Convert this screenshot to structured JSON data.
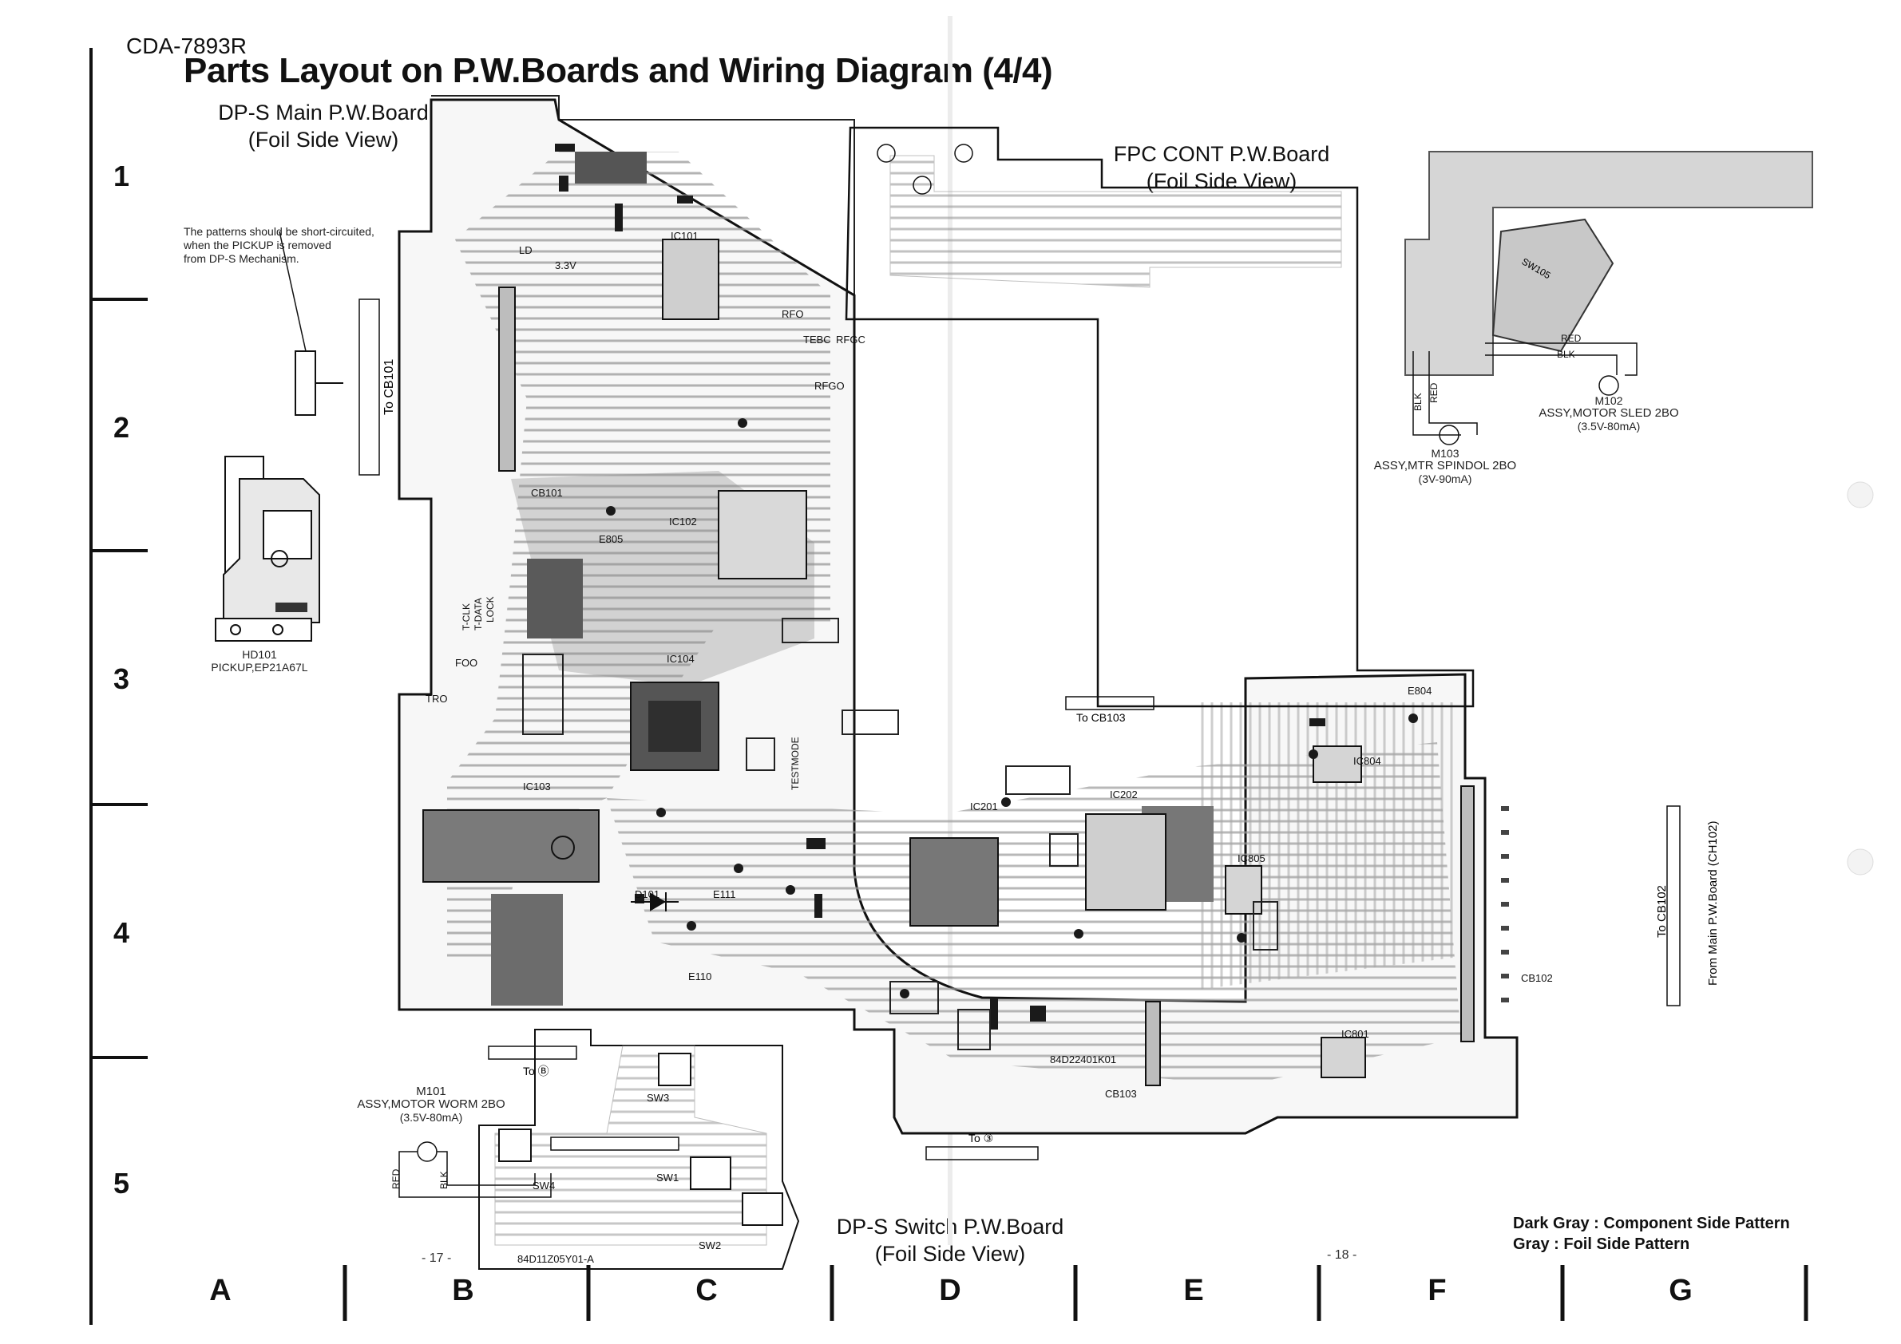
{
  "model": "CDA-7893R",
  "title": "Parts Layout on P.W.Boards and Wiring Diagram (4/4)",
  "boards": {
    "main": {
      "name": "DP-S Main P.W.Board",
      "view": "(Foil Side View)"
    },
    "fpc": {
      "name": "FPC CONT P.W.Board",
      "view": "(Foil Side View)"
    },
    "switch": {
      "name": "DP-S Switch P.W.Board",
      "view": "(Foil Side View)"
    }
  },
  "note": [
    "The patterns should be short-circuited,",
    "when the PICKUP is removed",
    "from DP-S Mechanism."
  ],
  "pickup": {
    "ref": "HD101",
    "name": "PICKUP,EP21A67L"
  },
  "motors": [
    {
      "ref": "M101",
      "name": "ASSY,MOTOR WORM 2BO",
      "spec": "(3.5V-80mA)"
    },
    {
      "ref": "M102",
      "name": "ASSY,MOTOR SLED 2BO",
      "spec": "(3.5V-80mA)"
    },
    {
      "ref": "M103",
      "name": "ASSY,MTR SPINDOL 2BO",
      "spec": "(3V-90mA)"
    }
  ],
  "connectors": {
    "cb101": "To CB101",
    "cb103": "To CB103",
    "cb102": "To CB102",
    "b": "To Ⓑ",
    "c3": "To ③",
    "main_board": "From Main P.W.Board (CH102)"
  },
  "rows": [
    "1",
    "2",
    "3",
    "4",
    "5"
  ],
  "columns": [
    "A",
    "B",
    "C",
    "D",
    "E",
    "F",
    "G"
  ],
  "legend": [
    "Dark Gray : Component Side Pattern",
    "Gray : Foil Side Pattern"
  ],
  "pages": [
    "- 17 -",
    "- 18 -"
  ],
  "pcb_labels": {
    "ic101": "IC101",
    "ic102": "IC102",
    "ic103": "IC103",
    "ic104": "IC104",
    "ic201": "IC201",
    "ic202": "IC202",
    "ic801": "IC801",
    "ic804": "IC804",
    "ic805": "IC805",
    "cb101": "CB101",
    "cb103": "CB103",
    "cb102": "CB102",
    "d101": "D101",
    "e805": "E805",
    "e804": "E804",
    "e110": "E110",
    "e111": "E111",
    "sw1": "SW1",
    "sw2": "SW2",
    "sw3": "SW3",
    "sw4": "SW4",
    "sw105": "SW105",
    "part_no": "84D11Z05Y01-A",
    "part_no2": "84D22401K01",
    "red": "RED",
    "blk": "BLK",
    "tclk": "T-CLK",
    "tdata": "T-DATA",
    "lock": "LOCK",
    "foo": "FOO",
    "tro": "TRO",
    "rfo": "RFO",
    "tebc": "TEBC",
    "rfgc": "RFGC",
    "rfgo": "RFGO",
    "testmode": "TESTMODE",
    "ld": "LD",
    "v33": "3.3V"
  }
}
